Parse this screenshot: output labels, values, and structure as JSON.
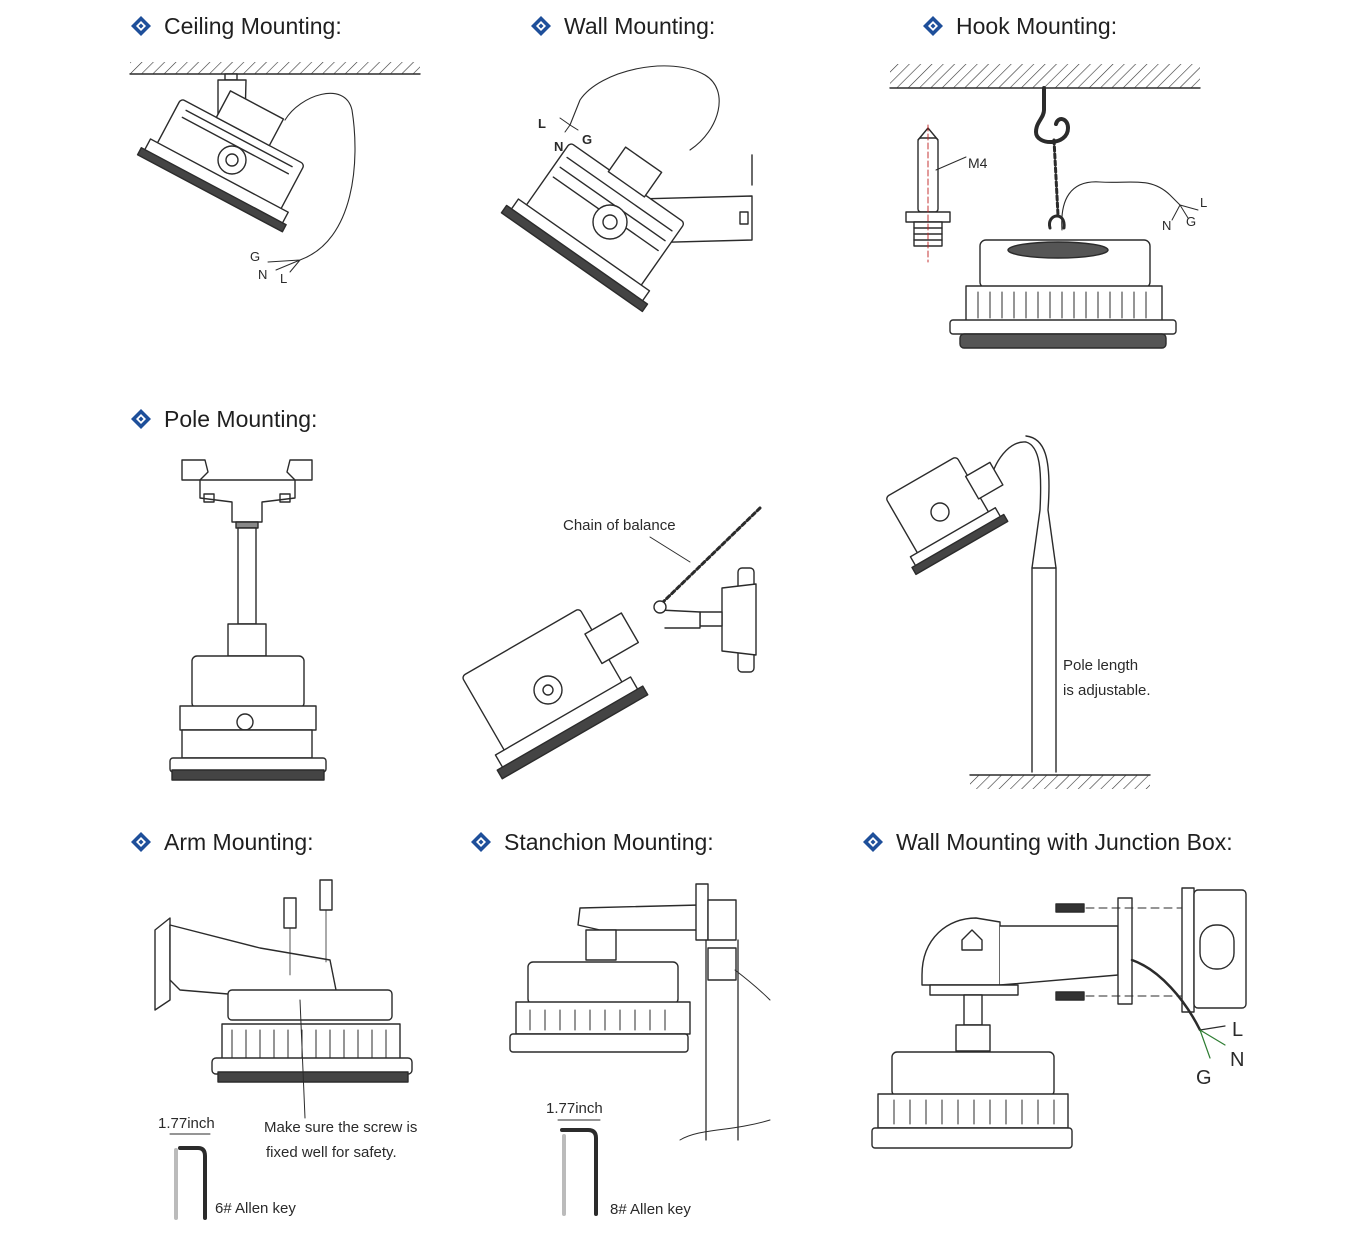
{
  "bullet_color": "#1e4f9a",
  "headings": {
    "ceiling": "Ceiling Mounting:",
    "wall": "Wall Mounting:",
    "hook": "Hook Mounting:",
    "pole": "Pole Mounting:",
    "arm": "Arm Mounting:",
    "stanchion": "Stanchion Mounting:",
    "wall_junction": "Wall Mounting with Junction Box:"
  },
  "ceiling": {
    "wire_g": "G",
    "wire_n": "N",
    "wire_l": "L"
  },
  "wall": {
    "wire_l": "L",
    "wire_n": "N",
    "wire_g": "G"
  },
  "hook": {
    "screw": "M4",
    "wire_l": "L",
    "wire_n": "N",
    "wire_g": "G"
  },
  "pole_side": {
    "chain": "Chain of balance",
    "pole_len_1": "Pole length",
    "pole_len_2": "is adjustable."
  },
  "arm": {
    "dimension": "1.77inch",
    "note_1": "Make sure the screw is",
    "note_2": "fixed well for safety.",
    "key": "6# Allen key"
  },
  "stanchion": {
    "dimension": "1.77inch",
    "key": "8# Allen key"
  },
  "wall_junction": {
    "wire_l": "L",
    "wire_n": "N",
    "wire_g": "G"
  }
}
